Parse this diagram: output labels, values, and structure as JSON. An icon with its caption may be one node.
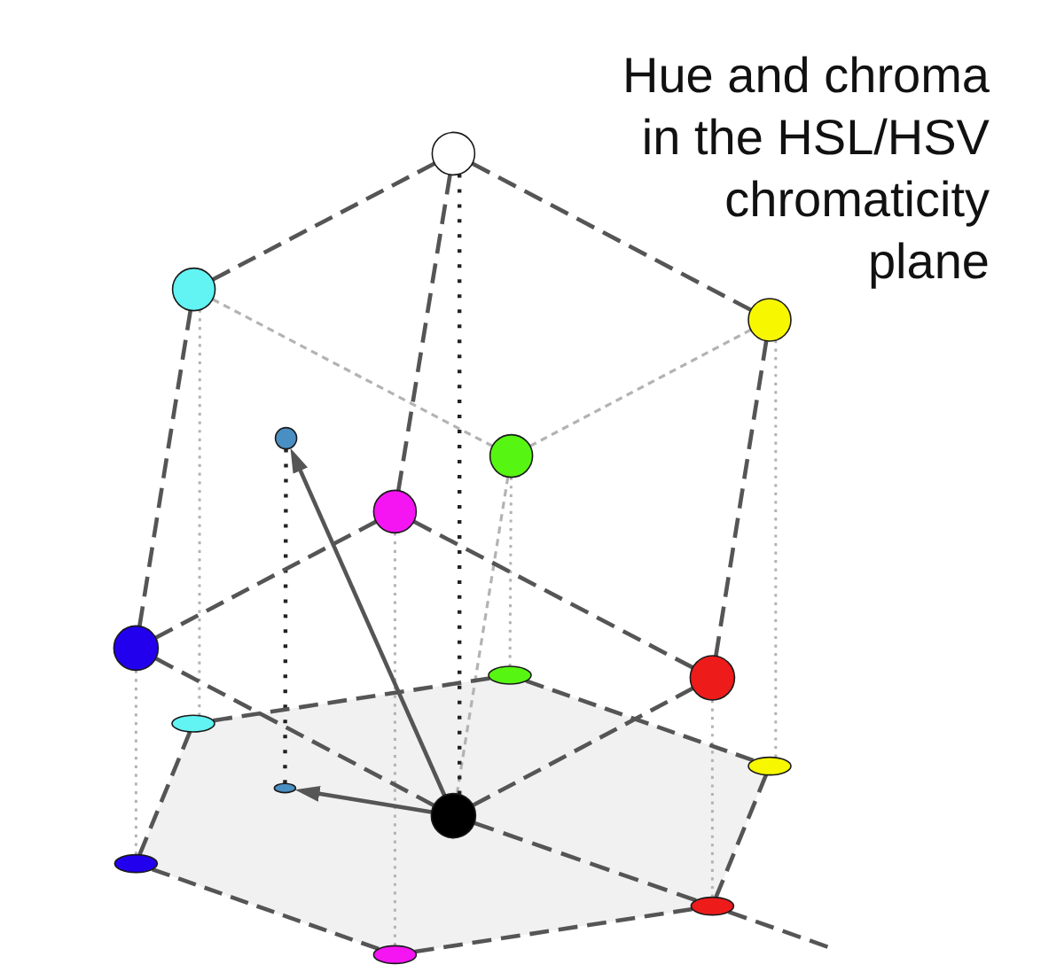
{
  "diagram": {
    "title": "Hue and chroma in the HSL/HSV chromaticity plane",
    "nodes": [
      {
        "text": [],
        "shape": "circle"
      },
      {
        "text": [],
        "shape": "circle"
      },
      {
        "text": [],
        "shape": "circle"
      },
      {
        "text": [],
        "shape": "circle"
      },
      {
        "text": [],
        "shape": "circle"
      },
      {
        "text": [],
        "shape": "circle"
      },
      {
        "text": [],
        "shape": "circle"
      },
      {
        "text": [],
        "shape": "ellipse"
      },
      {
        "text": [],
        "shape": "circle"
      },
      {
        "text": [],
        "shape": "ellipse"
      },
      {
        "text": [],
        "shape": "ellipse"
      },
      {
        "text": [],
        "shape": "ellipse"
      },
      {
        "text": [],
        "shape": "circle"
      },
      {
        "text": [],
        "shape": "ellipse"
      },
      {
        "text": [],
        "shape": "ellipse"
      },
      {
        "text": [],
        "shape": "ellipse"
      }
    ],
    "edges": [
      {
        "from": 0,
        "to": 1,
        "arrow": "none",
        "style": "dashed"
      },
      {
        "from": 0,
        "to": 2,
        "arrow": "none",
        "style": "dashed"
      },
      {
        "from": 0,
        "to": 5,
        "arrow": "none",
        "style": "dashed"
      },
      {
        "from": 1,
        "to": 6,
        "arrow": "none",
        "style": "dashed"
      },
      {
        "from": 2,
        "to": 8,
        "arrow": "none",
        "style": "dashed"
      },
      {
        "from": 5,
        "to": 6,
        "arrow": "none",
        "style": "dashed"
      },
      {
        "from": 5,
        "to": 8,
        "arrow": "none",
        "style": "dashed"
      },
      {
        "from": 6,
        "to": 12,
        "arrow": "none",
        "style": "dashed"
      },
      {
        "from": 8,
        "to": 12,
        "arrow": "none",
        "style": "dashed"
      },
      {
        "from": 1,
        "to": 4,
        "arrow": "none",
        "style": "dashed",
        "color": "#b3b3b3"
      },
      {
        "from": 2,
        "to": 4,
        "arrow": "none",
        "style": "dashed",
        "color": "#b3b3b3"
      },
      {
        "from": 4,
        "to": 12,
        "arrow": "none",
        "style": "dashed",
        "color": "#b3b3b3"
      },
      {
        "from": 0,
        "to": 12,
        "arrow": "none",
        "style": "dashed",
        "color": "#222222"
      },
      {
        "from": 1,
        "to": 9,
        "arrow": "none",
        "style": "dashed",
        "color": "#b3b3b3"
      },
      {
        "from": 2,
        "to": 10,
        "arrow": "none",
        "style": "dashed",
        "color": "#b3b3b3"
      },
      {
        "from": 4,
        "to": 7,
        "arrow": "none",
        "style": "dashed",
        "color": "#b3b3b3"
      },
      {
        "from": 5,
        "to": 15,
        "arrow": "none",
        "style": "dashed",
        "color": "#b3b3b3"
      },
      {
        "from": 6,
        "to": 13,
        "arrow": "none",
        "style": "dashed",
        "color": "#b3b3b3"
      },
      {
        "from": 8,
        "to": 14,
        "arrow": "none",
        "style": "dashed",
        "color": "#b3b3b3"
      },
      {
        "from": 3,
        "to": 11,
        "arrow": "none",
        "style": "dashed",
        "color": "#222222"
      },
      {
        "from": 9,
        "to": 7,
        "arrow": "none",
        "style": "dashed"
      },
      {
        "from": 7,
        "to": 10,
        "arrow": "none",
        "style": "dashed"
      },
      {
        "from": 10,
        "to": 14,
        "arrow": "none",
        "style": "dashed"
      },
      {
        "from": 14,
        "to": 15,
        "arrow": "none",
        "style": "dashed"
      },
      {
        "from": 15,
        "to": 13,
        "arrow": "none",
        "style": "dashed"
      },
      {
        "from": 13,
        "to": 9,
        "arrow": "none",
        "style": "dashed"
      },
      {
        "from": 12,
        "to": 14,
        "arrow": "none",
        "style": "dashed"
      },
      {
        "from": 14,
        "to": null,
        "arrow": "none",
        "style": "dashed"
      },
      {
        "from": 12,
        "to": 3,
        "arrow": "to"
      },
      {
        "from": 12,
        "to": 11,
        "arrow": "to"
      }
    ]
  }
}
